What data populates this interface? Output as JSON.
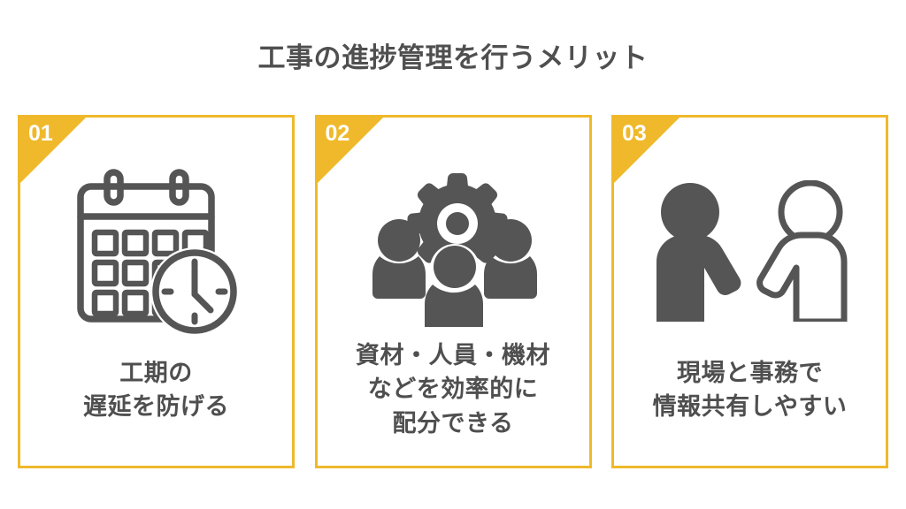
{
  "page": {
    "title": "工事の進捗管理を行うメリット",
    "background_color": "#ffffff",
    "accent_color": "#EFB92B",
    "text_color": "#4f4f4f",
    "icon_color": "#555555"
  },
  "cards": [
    {
      "number": "01",
      "icon": "calendar-clock-icon",
      "lines": [
        "工期の",
        "遅延を防げる"
      ]
    },
    {
      "number": "02",
      "icon": "gear-people-icon",
      "lines": [
        "資材・人員・機材",
        "などを効率的に",
        "配分できる"
      ]
    },
    {
      "number": "03",
      "icon": "handshake-icon",
      "lines": [
        "現場と事務で",
        "情報共有しやすい"
      ]
    }
  ]
}
